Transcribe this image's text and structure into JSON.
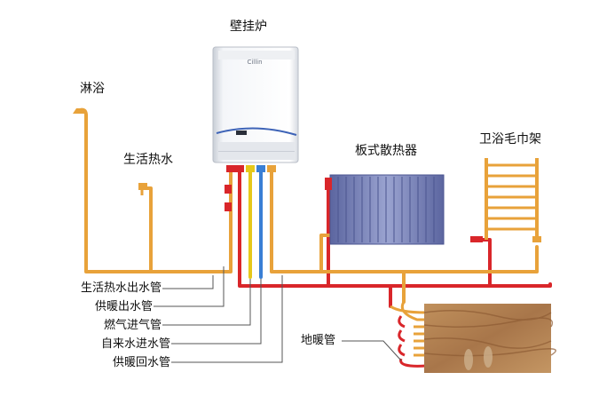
{
  "labels": {
    "boiler": "壁挂炉",
    "shower": "淋浴",
    "hot_tap": "生活热水",
    "panel_radiator": "板式散热器",
    "towel_rack": "卫浴毛巾架",
    "floor_heating": "地暖管",
    "boiler_brand": "Cillin"
  },
  "pipe_legend": [
    {
      "label": "生活热水出水管"
    },
    {
      "label": "供暖出水管"
    },
    {
      "label": "燃气进气管"
    },
    {
      "label": "自来水进水管"
    },
    {
      "label": "供暖回水管"
    }
  ],
  "colors": {
    "hot_pipe": "#e8a23a",
    "heat_out": "#d9262a",
    "gas": "#e6c81a",
    "cold_water": "#3a7fd5",
    "radiator": "#7d87b8",
    "floor_wood": "#b07e4e"
  }
}
